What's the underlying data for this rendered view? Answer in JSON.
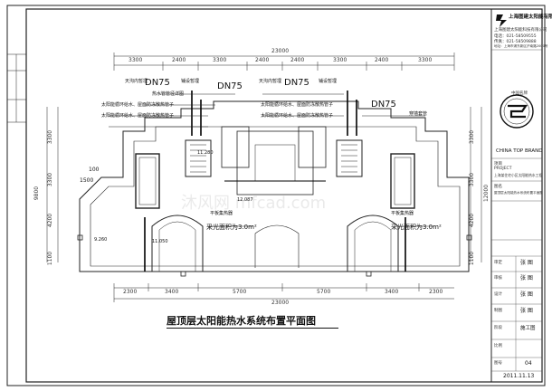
{
  "drawing": {
    "title": "屋顶层太阳能热水系统布置平面图",
    "top_dims": [
      "3300",
      "2400",
      "3300",
      "2400",
      "2400",
      "3300",
      "2400",
      "3300"
    ],
    "top_total": "23000",
    "bottom_dims": [
      "2300",
      "3400",
      "5700",
      "5700",
      "3400",
      "2300"
    ],
    "bottom_total": "23000",
    "left_dims": [
      "1100",
      "4200",
      "3300",
      "3300"
    ],
    "left_total": "9800",
    "right_dims": [
      "3300",
      "3300",
      "4200",
      "1100"
    ],
    "right_total": "12000",
    "pipe_label": "DN75",
    "notes": {
      "riser_1": "天沟内暂埋",
      "riser_2": "铺设暂埋",
      "note_pipe": "热水管管径详图",
      "note_solar_a": "太阳能循环给水、屋面防冻散热管子",
      "note_solar_b": "太阳能循环给水、屋面防冻散热管子",
      "note_wall": "穿墙套管",
      "collector_area": "采光面积为3.0m²",
      "storage_tank": "平板集热器",
      "level_a": "11.280",
      "level_b": "9.260",
      "level_c": "11.050",
      "level_d": "12.087",
      "dim_100": "100",
      "dim_1500": "1500"
    }
  },
  "title_block": {
    "company": "上海图建太阳能有限公司",
    "company_sub": "上海图建太阳能科技有限公司",
    "tel": "电话：021-58509555",
    "fax": "传真：021-58509888",
    "address": "地址：上海市浦东新区沪南路2000号",
    "brand": "CHINA TOP BRAND",
    "seal_text": "中国名牌",
    "project_label": "项目",
    "project_name": "PROJECT",
    "project_value": "上海某住宅小区太阳能热水工程",
    "drawing_label": "图名",
    "drawing_value": "屋顶层太阳能热水系统布置平面图",
    "approved": "审定",
    "checked": "审核",
    "designed": "设计",
    "drawn": "制图",
    "name_1": "张 图",
    "name_2": "张 图",
    "name_3": "张 图",
    "name_4": "张 图",
    "stage_label": "阶段",
    "stage_value": "施工图",
    "scale_label": "比例",
    "drawing_no_label": "图号",
    "drawing_no": "04",
    "date": "2011.11.13"
  }
}
